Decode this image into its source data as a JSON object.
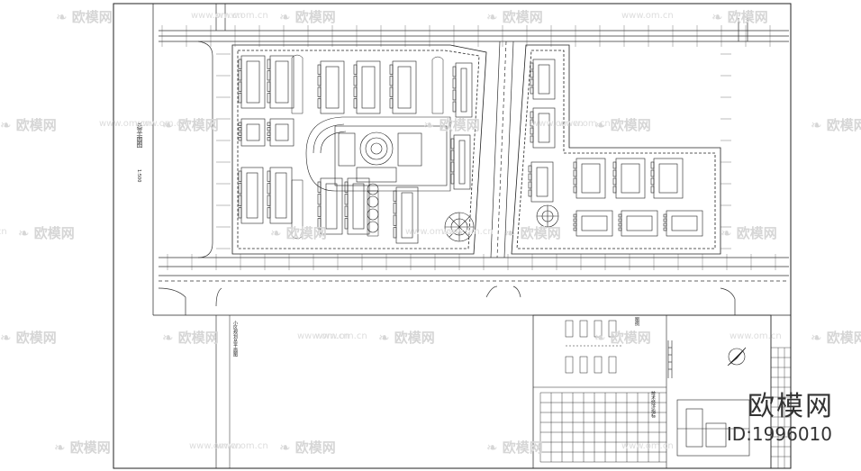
{
  "drawing": {
    "title_vertical": "总平面图",
    "scale_vertical": "1:500",
    "note_vertical": "小区规划总平面图",
    "legend_title": "图例",
    "table_title": "技术经济指标"
  },
  "watermark": {
    "brand_cn": "欧模网",
    "url": "www.om.cn"
  },
  "footer": {
    "brand": "欧模网",
    "id_text": "ID:1996010"
  },
  "colors": {
    "line": "#1a1a1a",
    "watermark": "#d6d6d6"
  }
}
